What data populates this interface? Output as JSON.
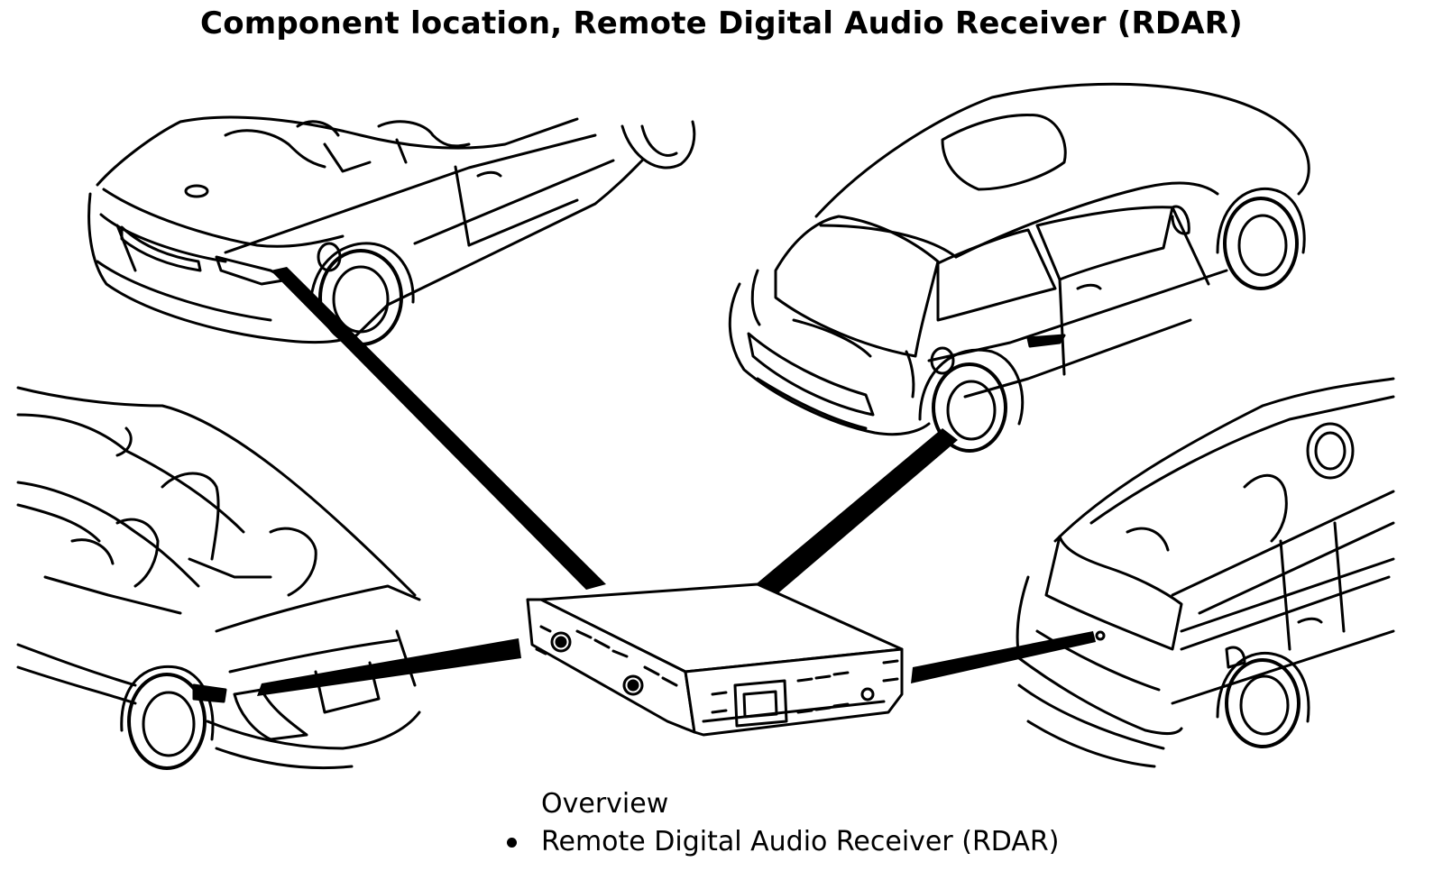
{
  "title": "Component location, Remote Digital Audio Receiver (RDAR)",
  "caption": {
    "heading": "Overview",
    "items": [
      "Remote Digital Audio Receiver (RDAR)"
    ]
  },
  "colors": {
    "line": "#000000",
    "background": "#ffffff"
  }
}
